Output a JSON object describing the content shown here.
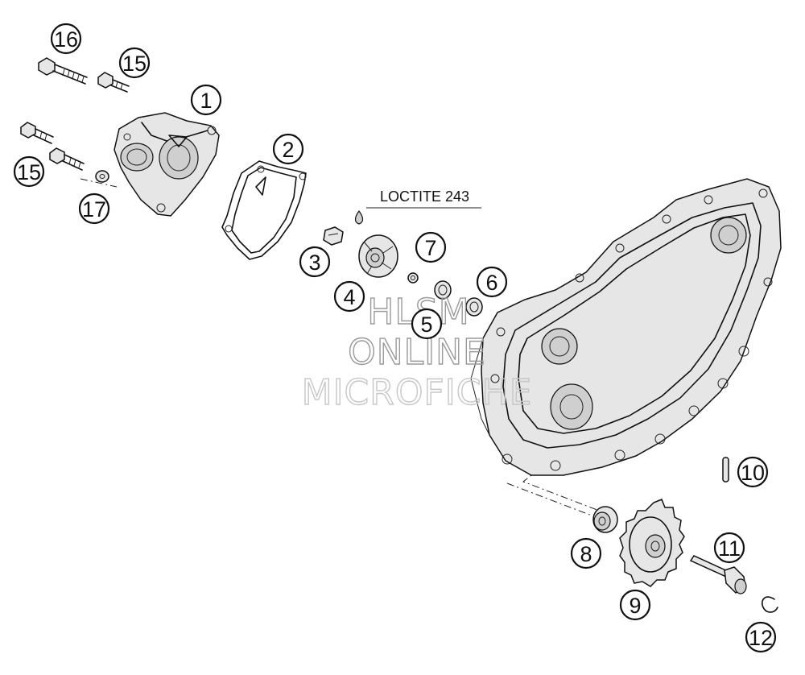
{
  "callouts": [
    "1",
    "2",
    "3",
    "4",
    "5",
    "6",
    "7",
    "8",
    "9",
    "10",
    "11",
    "12",
    "15",
    "15",
    "16",
    "17"
  ],
  "note": "LOCTITE 243",
  "watermark": {
    "line1": "HLSM",
    "line2": "ONLINE",
    "line3": "MICROFICHE"
  },
  "colors": {
    "ink": "#111111",
    "watermark": "#9a9a9a",
    "background": "#ffffff"
  }
}
